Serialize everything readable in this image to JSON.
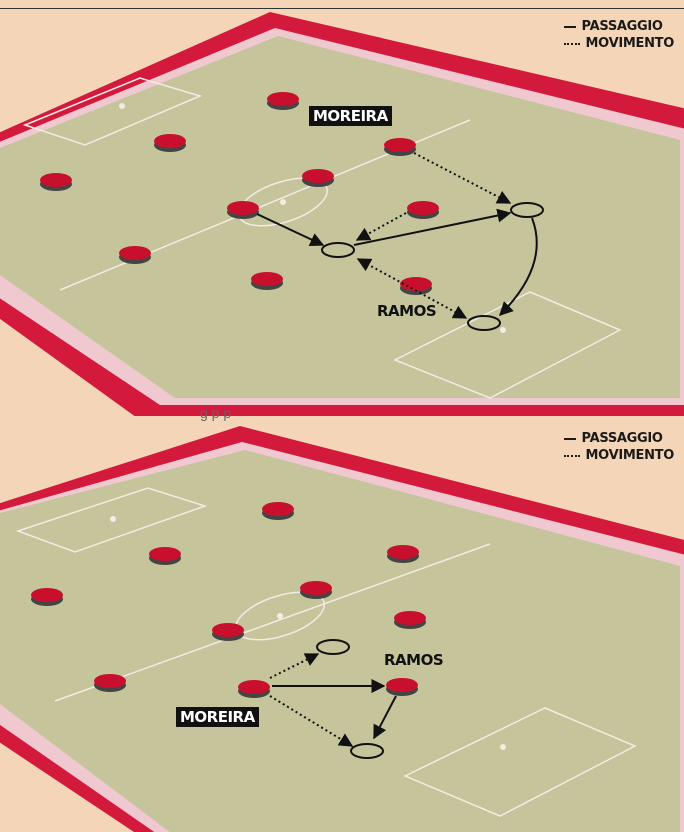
{
  "legend": {
    "pass_label": "PASSAGGIO",
    "move_label": "MOVIMENTO"
  },
  "panel_1": {
    "labels": {
      "moreira": "MOREIRA",
      "ramos": "RAMOS"
    }
  },
  "panel_2": {
    "labels": {
      "moreira": "MOREIRA",
      "ramos": "RAMOS"
    }
  },
  "colors": {
    "background": "#f5d5b8",
    "pitch": "#c5c49b",
    "border": "#d41a3c",
    "player": "#c8102e",
    "line": "#111111"
  },
  "caption_fragment": "g p p"
}
